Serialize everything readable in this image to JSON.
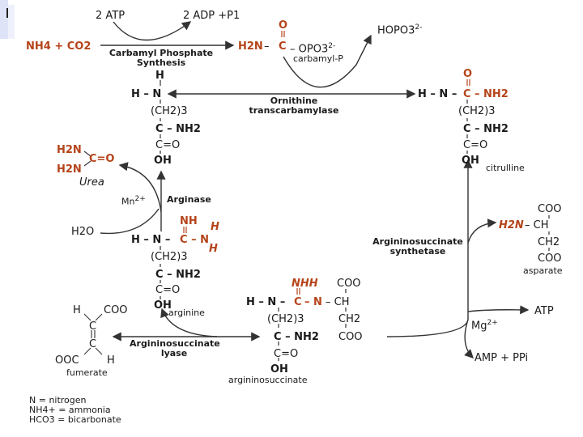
{
  "top": {
    "atp": "2 ATP",
    "adp": "2 ADP +P1",
    "nh4_co2": "NH4 + CO2",
    "enzyme_cps": "Carbamyl Phosphate Synthesis",
    "hopo3": "HOPO3",
    "hopo3_charge": "2-"
  },
  "carbamyl": {
    "o": "O",
    "h2n": "H2N",
    "c": "C",
    "opo3": "OPO3",
    "charge": "2-",
    "name": "carbamyl-P"
  },
  "ornithine": {
    "h": "H",
    "hn": "H – N",
    "ch2": "(CH2)3",
    "cnh2": "C – NH2",
    "co": "C=O",
    "oh": "OH"
  },
  "enzyme_otc": "Ornithine transcarbamylase",
  "citrulline": {
    "o": "O",
    "hn": "H – N –",
    "c": "C",
    "nh2": "– NH2",
    "ch2": "(CH2)3",
    "cnh2": "C – NH2",
    "co": "C=O",
    "oh": "OH",
    "name": "citrulline"
  },
  "urea": {
    "h2n1": "H2N",
    "c": "C=O",
    "h2n2": "H2N",
    "name": "Urea"
  },
  "arginase": {
    "mn": "Mn",
    "mn_charge": "2+",
    "label": "Arginase",
    "h2o": "H2O"
  },
  "arginine": {
    "nh": "NH",
    "h1": "H",
    "hn": "H – N –",
    "cn": "C – N",
    "h2": "H",
    "ch2": "(CH2)3",
    "cnh2": "C – NH2",
    "co": "C=O",
    "oh": "OH",
    "name": "arginine"
  },
  "aspartate": {
    "coo1": "COO",
    "h2n": "H2N",
    "ch": "– CH",
    "ch2": "CH2",
    "coo2": "COO",
    "name": "asparate"
  },
  "enzyme_ass": "Argininosuccinate synthetase",
  "mg": {
    "label": "Mg",
    "charge": "2+",
    "atp": "ATP",
    "amp": "AMP + PPi"
  },
  "argininosuccinate": {
    "nhh": "NHH",
    "coo1": "COO",
    "hn": "H – N –",
    "c": "C",
    "n": "– N",
    "ch": "– CH",
    "ch2a": "(CH2)3",
    "ch2b": "CH2",
    "cnh2": "C – NH2",
    "coo2": "COO",
    "co": "C=O",
    "oh": "OH",
    "name": "argininosuccinate"
  },
  "enzyme_asl": "Argininosuccinate lyase",
  "fumerate": {
    "h1": "H",
    "coo": "COO",
    "c1": "C",
    "c2": "C",
    "ooc": "OOC",
    "h2": "H",
    "name": "fumerate"
  },
  "legend": [
    "N = nitrogen",
    "NH4+ = ammonia",
    "HCO3 = bicarbonate"
  ]
}
